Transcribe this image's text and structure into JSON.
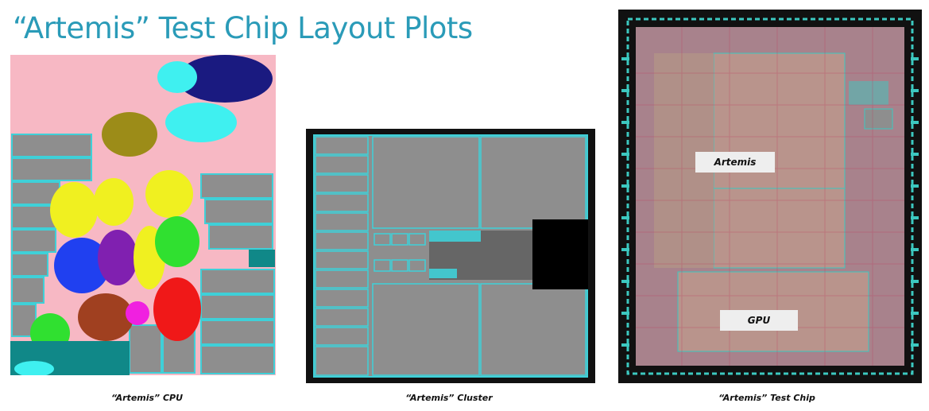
{
  "slide": {
    "title": "“Artemis” Test Chip Layout Plots"
  },
  "figures": [
    {
      "id": "cpu",
      "caption": "“Artemis” CPU",
      "image_description": "CPU layout plot"
    },
    {
      "id": "cluster",
      "caption": "“Artemis” Cluster",
      "image_description": "Cluster layout plot"
    },
    {
      "id": "test-chip",
      "caption": "“Artemis” Test Chip",
      "image_description": "Test chip layout plot",
      "labels": {
        "artemis": "Artemis",
        "gpu": "GPU"
      }
    }
  ],
  "colors": {
    "title": "#2a9bb8",
    "macro_fill": "#8e8e8e",
    "macro_outline": "#3fd0d8",
    "chip_border": "#111111",
    "chip_core": "#a8828c",
    "chip_pads": "#3cc8c0",
    "cpu_pink": "#f7b8c4",
    "cpu_navy": "#1a1a80",
    "cpu_cyan": "#3ff0f0",
    "cpu_olive": "#9c8c18",
    "cpu_yellow": "#f0f020",
    "cpu_green": "#30e030",
    "cpu_blue": "#2040f0",
    "cpu_purple": "#8020b0",
    "cpu_red": "#f01818",
    "cpu_brown": "#a04020",
    "cpu_teal": "#108888",
    "cpu_magenta": "#f020e0"
  }
}
